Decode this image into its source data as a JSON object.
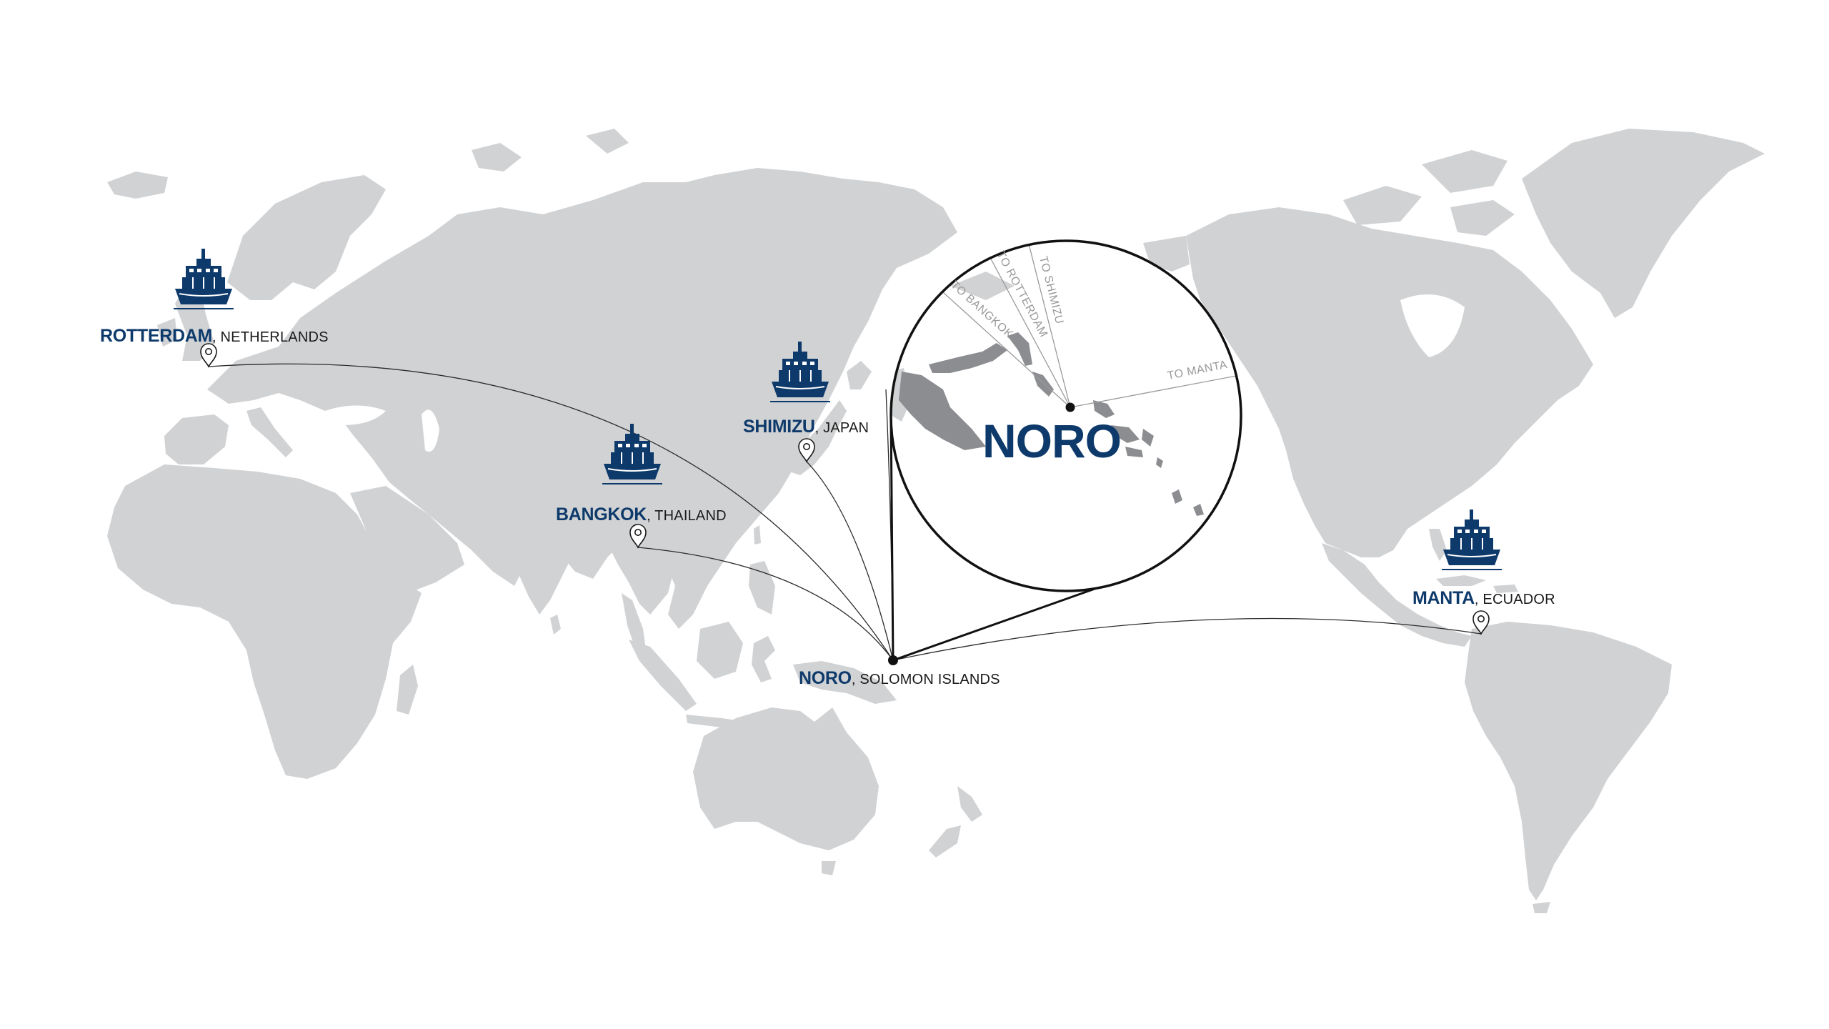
{
  "colors": {
    "land": "#d1d2d4",
    "land_dark": "#8c8d90",
    "brand": "#0e3a6b",
    "route": "#2b2b2b",
    "route_light": "#9a9a9a",
    "text": "#1a1a1a"
  },
  "icons": {
    "ship": "container-ship-icon",
    "pin": "location-pin-icon"
  },
  "destination": {
    "name": "NORO",
    "country": ", SOLOMON ISLANDS",
    "inset_title": "NORO"
  },
  "ports": [
    {
      "id": "rotterdam",
      "name": "ROTTERDAM",
      "country": ", NETHERLANDS"
    },
    {
      "id": "shimizu",
      "name": "SHIMIZU",
      "country": ", JAPAN"
    },
    {
      "id": "bangkok",
      "name": "BANGKOK",
      "country": ", THAILAND"
    },
    {
      "id": "manta",
      "name": "MANTA",
      "country": ", ECUADOR"
    }
  ],
  "inset_routes": [
    {
      "id": "bangkok",
      "label": "TO BANGKOK"
    },
    {
      "id": "rotterdam",
      "label": "TO ROTTERDAM"
    },
    {
      "id": "shimizu",
      "label": "TO SHIMIZU"
    },
    {
      "id": "manta",
      "label": "TO MANTA"
    }
  ]
}
